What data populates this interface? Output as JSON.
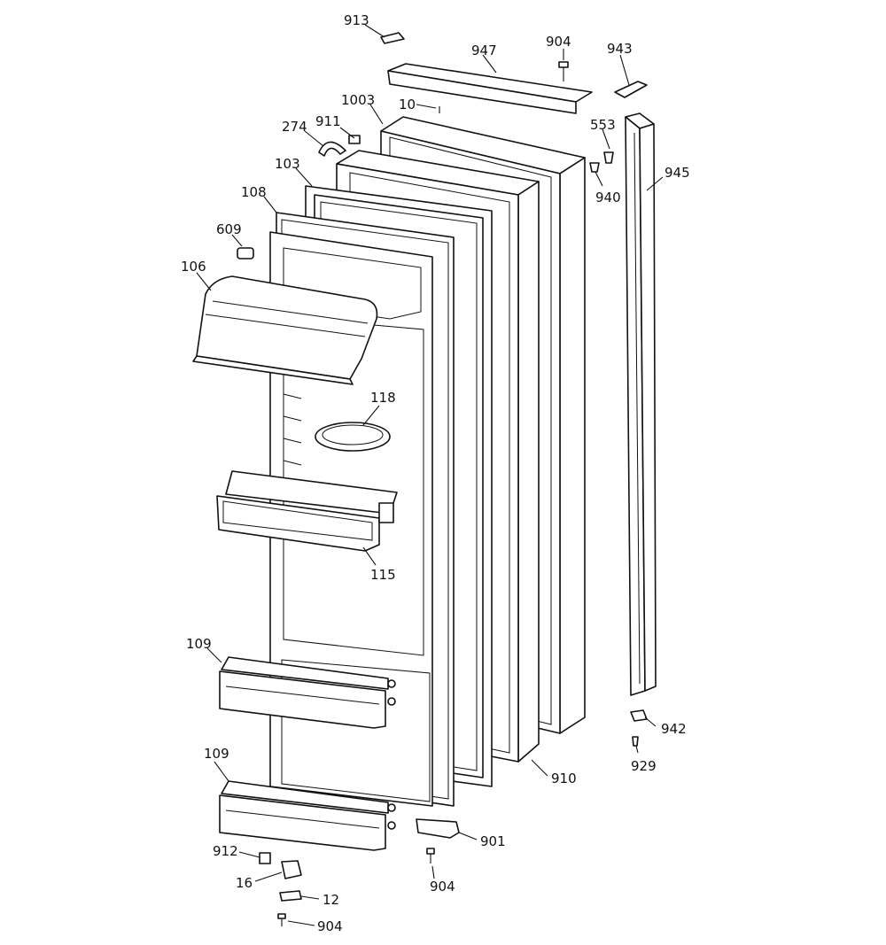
{
  "diagram": {
    "callouts": [
      {
        "id": "c913",
        "text": "913"
      },
      {
        "id": "c947",
        "text": "947"
      },
      {
        "id": "c904a",
        "text": "904"
      },
      {
        "id": "c943",
        "text": "943"
      },
      {
        "id": "c1003",
        "text": "1003"
      },
      {
        "id": "c10",
        "text": "10"
      },
      {
        "id": "c553",
        "text": "553"
      },
      {
        "id": "c274",
        "text": "274"
      },
      {
        "id": "c911",
        "text": "911"
      },
      {
        "id": "c945",
        "text": "945"
      },
      {
        "id": "c940",
        "text": "940"
      },
      {
        "id": "c103",
        "text": "103"
      },
      {
        "id": "c108",
        "text": "108"
      },
      {
        "id": "c609",
        "text": "609"
      },
      {
        "id": "c106",
        "text": "106"
      },
      {
        "id": "c118",
        "text": "118"
      },
      {
        "id": "c115",
        "text": "115"
      },
      {
        "id": "c109a",
        "text": "109"
      },
      {
        "id": "c109b",
        "text": "109"
      },
      {
        "id": "c942",
        "text": "942"
      },
      {
        "id": "c929",
        "text": "929"
      },
      {
        "id": "c910",
        "text": "910"
      },
      {
        "id": "c901",
        "text": "901"
      },
      {
        "id": "c912",
        "text": "912"
      },
      {
        "id": "c904b",
        "text": "904"
      },
      {
        "id": "c16",
        "text": "16"
      },
      {
        "id": "c12",
        "text": "12"
      },
      {
        "id": "c904c",
        "text": "904"
      }
    ]
  }
}
